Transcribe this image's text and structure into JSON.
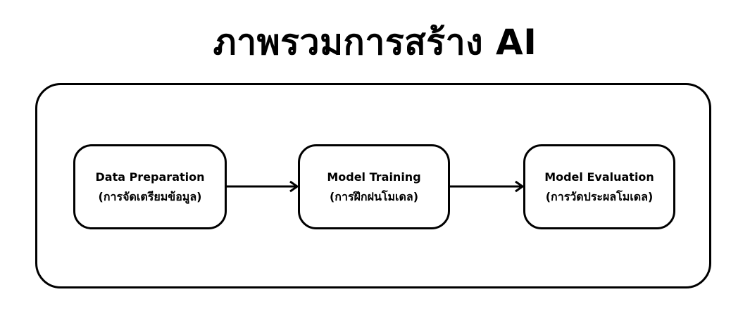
{
  "title": "ภาพรวมการสร้าง AI",
  "steps": [
    {
      "name": "Data Preparation",
      "thai": "(การจัดเตรียมข้อมูล)"
    },
    {
      "name": "Model Training",
      "thai": "(การฝึกฝนโมเดล)"
    },
    {
      "name": "Model Evaluation",
      "thai": "(การวัดประผลโมเดล)"
    }
  ],
  "colors": {
    "stroke": "#000000",
    "background": "#ffffff"
  }
}
